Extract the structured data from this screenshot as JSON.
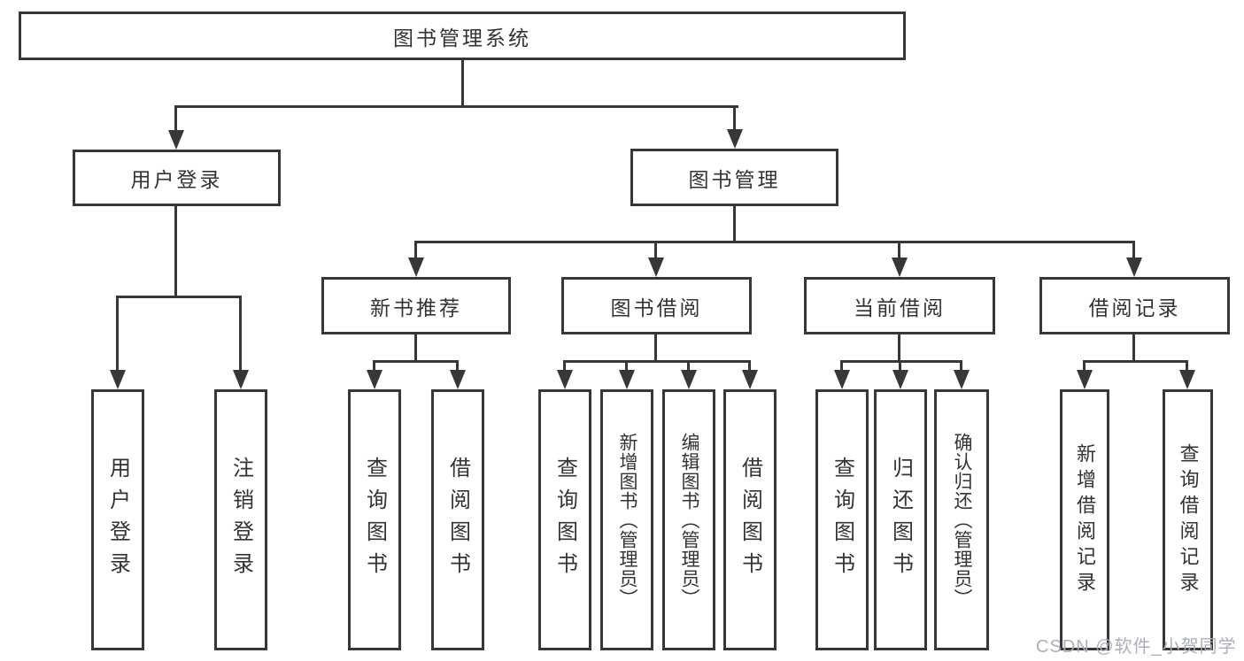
{
  "diagram": {
    "title": "图书管理系统",
    "children": [
      {
        "label": "用户登录",
        "children": [
          {
            "label": "用户登录"
          },
          {
            "label": "注销登录"
          }
        ]
      },
      {
        "label": "图书管理",
        "children": [
          {
            "label": "新书推荐",
            "children": [
              {
                "label": "查询图书"
              },
              {
                "label": "借阅图书"
              }
            ]
          },
          {
            "label": "图书借阅",
            "children": [
              {
                "label": "查询图书"
              },
              {
                "label": "新增图书（管理员）"
              },
              {
                "label": "编辑图书（管理员）"
              },
              {
                "label": "借阅图书"
              }
            ]
          },
          {
            "label": "当前借阅",
            "children": [
              {
                "label": "查询图书"
              },
              {
                "label": "归还图书"
              },
              {
                "label": "确认归还（管理员）"
              }
            ]
          },
          {
            "label": "借阅记录",
            "children": [
              {
                "label": "新增借阅记录"
              },
              {
                "label": "查询借阅记录"
              }
            ]
          }
        ]
      }
    ]
  },
  "watermark": {
    "text": "CSDN @软件_小贺同学"
  },
  "colors": {
    "line": "#373737",
    "text": "#333333",
    "watermark": "#a8acb2",
    "background": "#ffffff"
  }
}
